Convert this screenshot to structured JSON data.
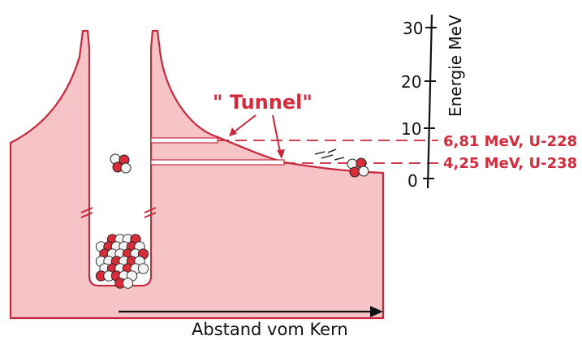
{
  "diagram": {
    "tunnel_label": "\" Tunnel\"",
    "xaxis_label": "Abstand vom Kern",
    "yaxis_title": "Energie MeV",
    "yaxis_ticks": [
      "30",
      "20",
      "10",
      "0"
    ],
    "levels": [
      {
        "label": "6,81 MeV, U-228"
      },
      {
        "label": "4,25 MeV, U-238"
      }
    ],
    "colors": {
      "fill": "#f6c3c6",
      "outline": "#c8283a",
      "dashes": "#c8283a",
      "text_red": "#d42a3a",
      "text_black": "#111111",
      "nucleon_red": "#d82c38",
      "nucleon_white": "#f3f3f3"
    }
  }
}
